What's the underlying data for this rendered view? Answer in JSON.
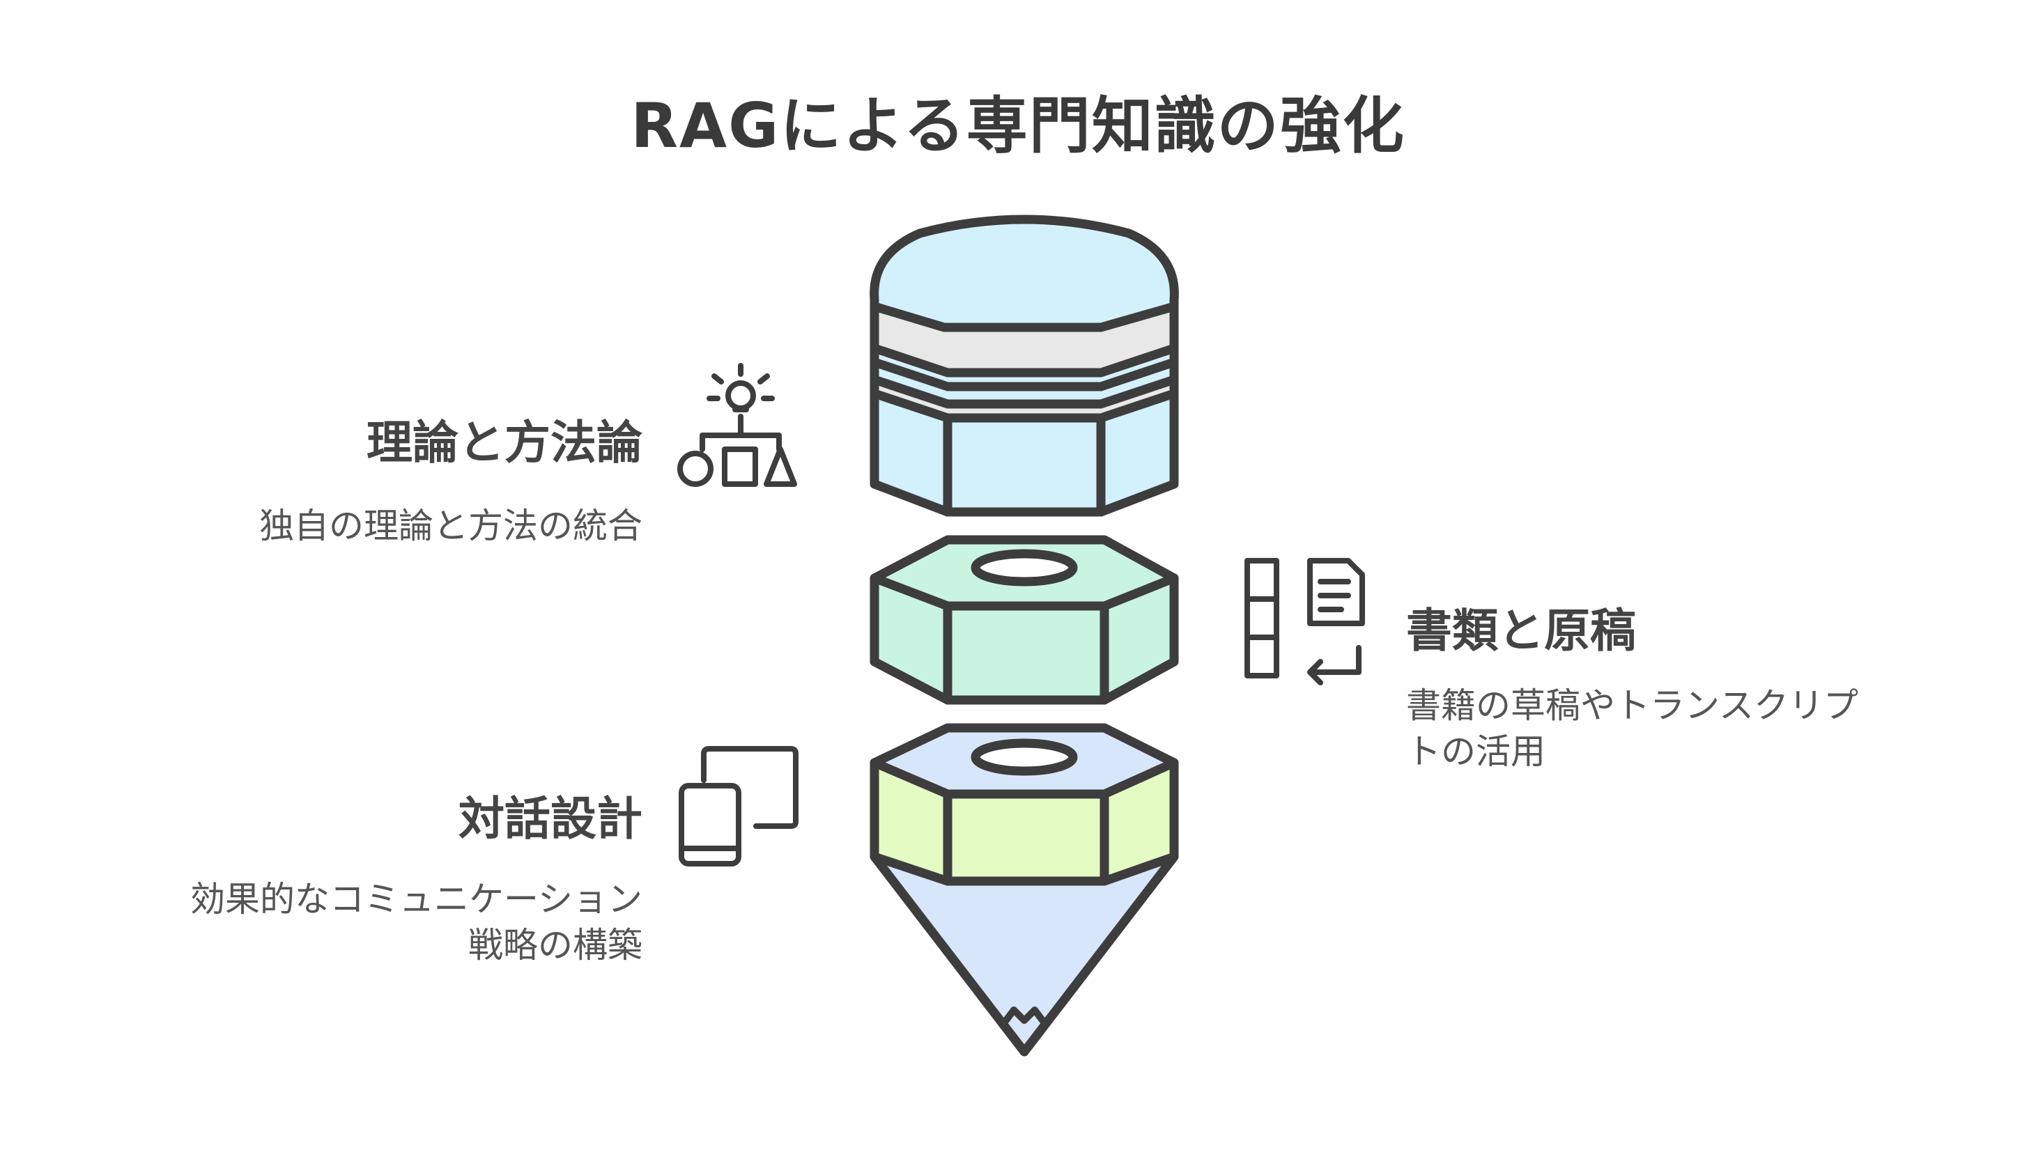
{
  "title": "RAGによる専門知識の強化",
  "sections": [
    {
      "heading": "理論と方法論",
      "description": "独自の理論と方法の統合",
      "icon": "idea-shapes-icon",
      "color": "#cdeffa"
    },
    {
      "heading": "書類と原稿",
      "description_line1": "書籍の草稿やトランスクリプ",
      "description_line2": "トの活用",
      "icon": "document-list-icon",
      "color": "#c8f5e0"
    },
    {
      "heading": "対話設計",
      "description_line1": "効果的なコミュニケーション",
      "description_line2": "戦略の構築",
      "icon": "devices-icon",
      "color": "#e6f9c2"
    }
  ],
  "colors": {
    "stroke": "#3d3d3d",
    "top_fill": "#d3f1fb",
    "band_fill": "#e8e8e8",
    "mid_fill": "#c9f4e2",
    "bottom_fill": "#e4fbc4",
    "tip_fill": "#d8e6fb"
  }
}
